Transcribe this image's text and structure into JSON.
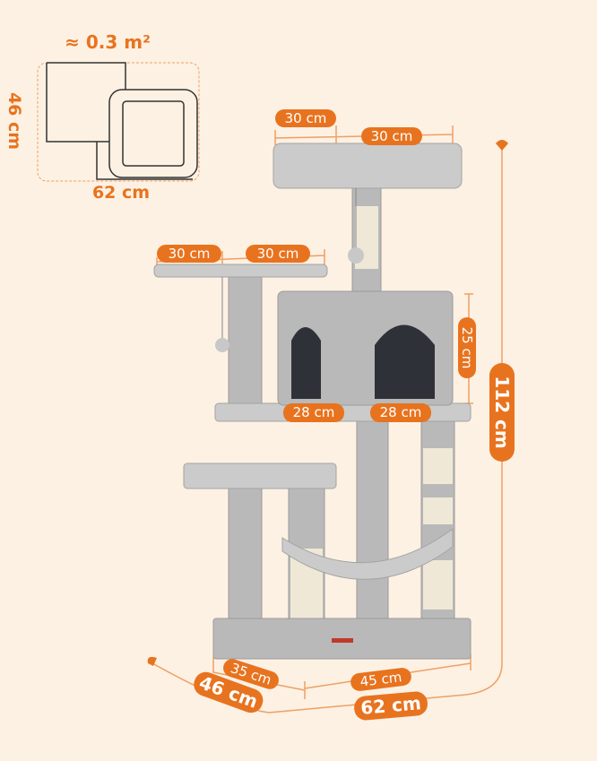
{
  "footprint": {
    "area": "≈ 0.3 m²",
    "depth": "46 cm",
    "width": "62 cm"
  },
  "dimensions": {
    "top_perch_left": "30 cm",
    "top_perch_right": "30 cm",
    "side_perch_left": "30 cm",
    "side_perch_right": "30 cm",
    "condo_height": "25 cm",
    "condo_left": "28 cm",
    "condo_right": "28 cm",
    "total_height": "112 cm",
    "base_depth": "35 cm",
    "base_width": "45 cm",
    "overall_depth": "46 cm",
    "overall_width": "62 cm"
  },
  "colors": {
    "accent": "#e8731f",
    "background": "#fdf1e3",
    "fur": "#b9b9b9"
  }
}
